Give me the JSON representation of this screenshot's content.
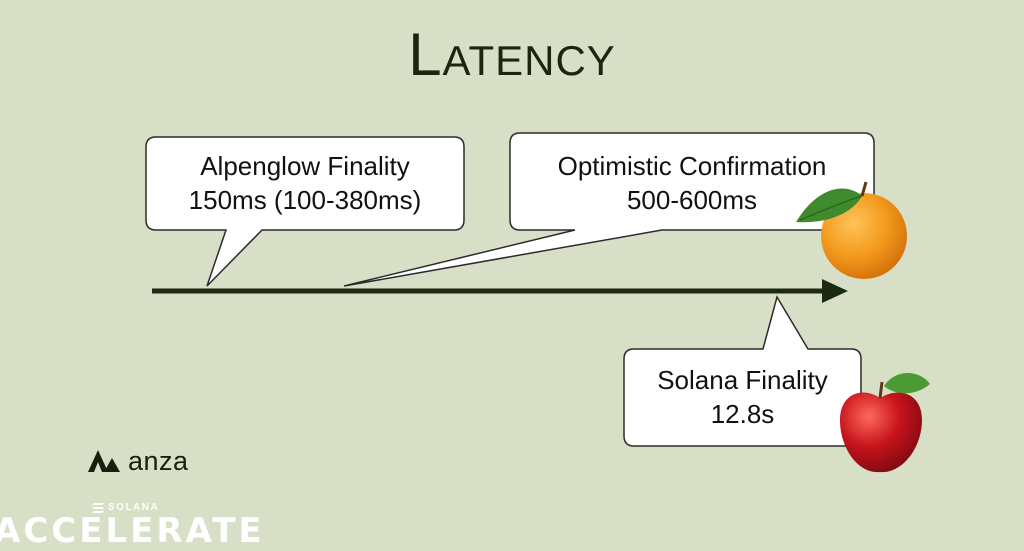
{
  "slide": {
    "title": "Latency"
  },
  "callouts": {
    "alpenglow": {
      "line1": "Alpenglow Finality",
      "line2": "150ms (100-380ms)"
    },
    "optimistic": {
      "line1": "Optimistic Confirmation",
      "line2": "500-600ms"
    },
    "solana": {
      "line1": "Solana Finality",
      "line2": "12.8s"
    }
  },
  "branding": {
    "anza": "anza",
    "solana": "SOLANA",
    "event": "ACCELERATE"
  },
  "icons": {
    "orange": "orange-icon",
    "apple": "apple-icon",
    "anza_mark": "anza-logo-icon",
    "solana_mark": "solana-logo-icon"
  },
  "colors": {
    "background": "#d8dfc7",
    "timeline": "#1d2a12",
    "bubble_fill": "#ffffff",
    "bubble_stroke": "#2b2b2b",
    "orange": "#f39a1c",
    "apple": "#c8141c",
    "leaf": "#3f8a2c"
  }
}
